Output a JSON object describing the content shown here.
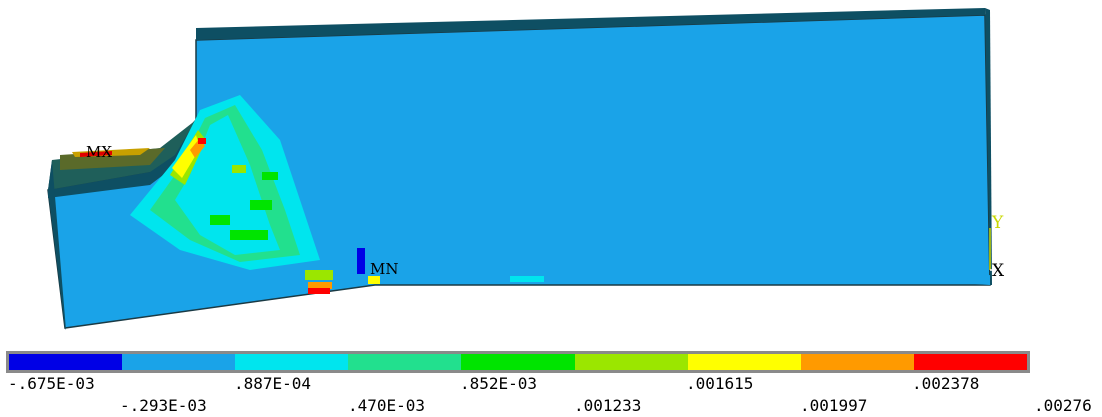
{
  "plot": {
    "max_marker": "MX",
    "min_marker": "MN",
    "triad": {
      "y_label": "Y",
      "x_label": "X"
    }
  },
  "legend": {
    "colors": [
      "#0000e6",
      "#1aa3e8",
      "#00e5ee",
      "#22e08e",
      "#00e400",
      "#9be600",
      "#ffff00",
      "#ff9a00",
      "#ff0000"
    ],
    "ticks_row1": [
      "-.675E-03",
      ".887E-04",
      ".852E-03",
      ".001615",
      ".002378"
    ],
    "ticks_row2": [
      "-.293E-03",
      ".470E-03",
      ".001233",
      ".001997",
      ".00276"
    ]
  },
  "style": {
    "body_color": "#1aa3e8",
    "top_face_color": "#0e4f63",
    "edge_color": "#1a3a44"
  }
}
